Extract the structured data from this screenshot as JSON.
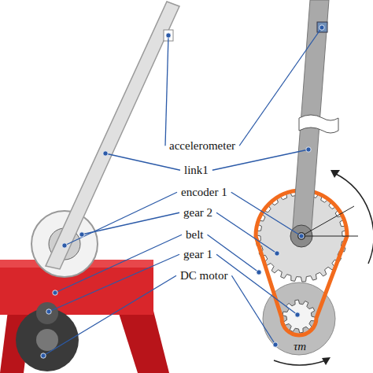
{
  "diagram": {
    "labels": [
      "accelerometer",
      "link1",
      "encoder 1",
      "gear 2",
      "belt",
      "gear 1",
      "DC motor",
      "τm"
    ]
  }
}
